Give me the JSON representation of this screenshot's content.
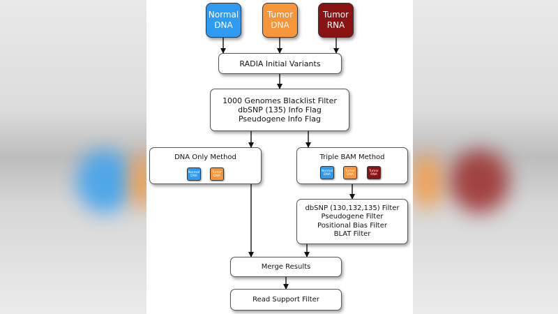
{
  "sources": {
    "normal_dna": [
      "Normal",
      "DNA"
    ],
    "tumor_dna": [
      "Tumor",
      "DNA"
    ],
    "tumor_rna": [
      "Tumor",
      "RNA"
    ]
  },
  "steps": {
    "radia_initial": "RADIA Initial Variants",
    "prefilter": [
      "1000 Genomes Blacklist Filter",
      "dbSNP (135) Info Flag",
      "Pseudogene Info Flag"
    ],
    "dna_only_method": {
      "title": "DNA Only Method",
      "inputs": [
        [
          "Normal",
          "DNA"
        ],
        [
          "Tumor",
          "DNA"
        ]
      ]
    },
    "triple_bam_method": {
      "title": "Triple BAM Method",
      "inputs": [
        [
          "Normal",
          "DNA"
        ],
        [
          "Tumor",
          "DNA"
        ],
        [
          "Tumor",
          "RNA"
        ]
      ]
    },
    "triple_filters": [
      "dbSNP (130,132,135) Filter",
      "Pseudogene Filter",
      "Positional Bias Filter",
      "BLAT Filter"
    ],
    "merge_results": "Merge Results",
    "read_support_filter": "Read Support Filter"
  },
  "colors": {
    "normal_dna": "#2f9bf0",
    "tumor_dna": "#f7953a",
    "tumor_rna": "#8b1212"
  }
}
